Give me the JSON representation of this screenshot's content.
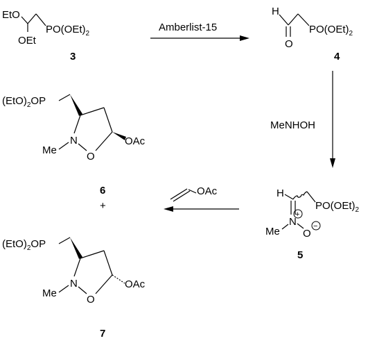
{
  "compounds": {
    "c3": {
      "number": "3",
      "group_top_left": "EtO",
      "group_bottom": "OEt",
      "phosphonate": "PO(OEt)",
      "phosphonate_sub": "2"
    },
    "c4": {
      "number": "4",
      "h": "H",
      "o": "O",
      "phosphonate": "PO(OEt)",
      "phosphonate_sub": "2"
    },
    "c5": {
      "number": "5",
      "h": "H",
      "phosphonate": "PO(OEt)",
      "phosphonate_sub": "2",
      "methyl": "Me",
      "n": "N",
      "o": "O",
      "plus": "+",
      "minus": "−"
    },
    "c6": {
      "number": "6",
      "phosphonate_prefix": "(EtO)",
      "phosphonate_sub": "2",
      "phosphonate_suffix": "OP",
      "methyl": "Me",
      "n": "N",
      "o": "O",
      "oac": "OAc"
    },
    "c7": {
      "number": "7",
      "phosphonate_prefix": "(EtO)",
      "phosphonate_sub": "2",
      "phosphonate_suffix": "OP",
      "methyl": "Me",
      "n": "N",
      "o": "O",
      "oac": "OAc"
    }
  },
  "plus_sign": "+",
  "reagents": {
    "step1": "Amberlist-15",
    "step2": "MeNHOH",
    "step3": "OAc"
  }
}
